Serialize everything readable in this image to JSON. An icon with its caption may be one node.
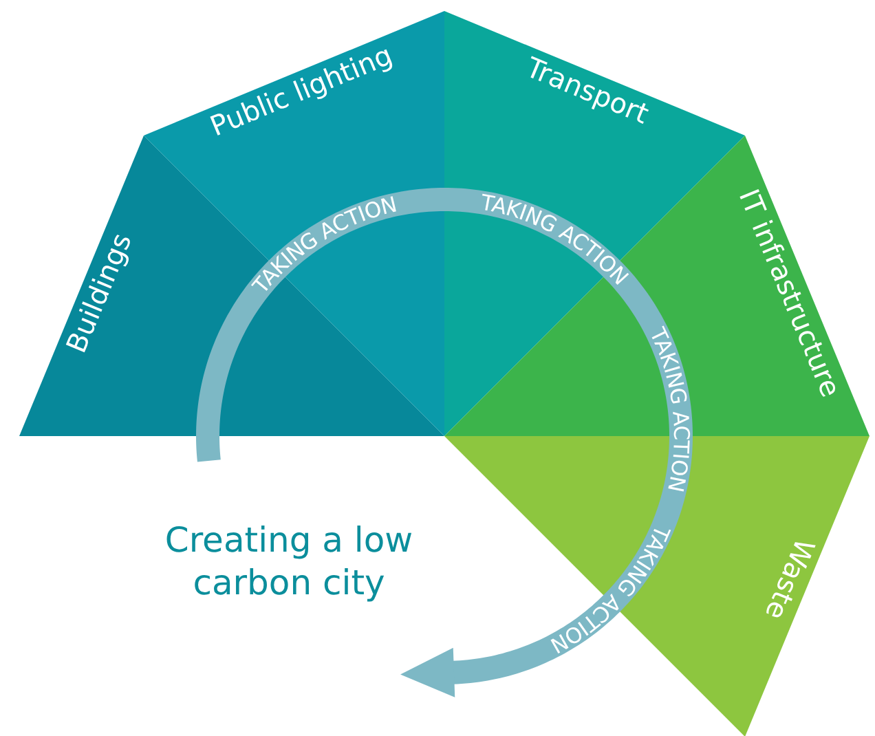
{
  "diagram": {
    "nodes": [
      {
        "text": [
          "Buildings"
        ]
      },
      {
        "text": [
          "Public lighting"
        ]
      },
      {
        "text": [
          "Transport"
        ]
      },
      {
        "text": [
          "IT infrastructure"
        ]
      },
      {
        "text": [
          "Waste"
        ]
      },
      {
        "text": [
          "Creating a low carbon city"
        ]
      }
    ],
    "labels": [
      "TAKING ACTION",
      "TAKING ACTION",
      "TAKING ACTION",
      "TAKING ACTION"
    ]
  }
}
